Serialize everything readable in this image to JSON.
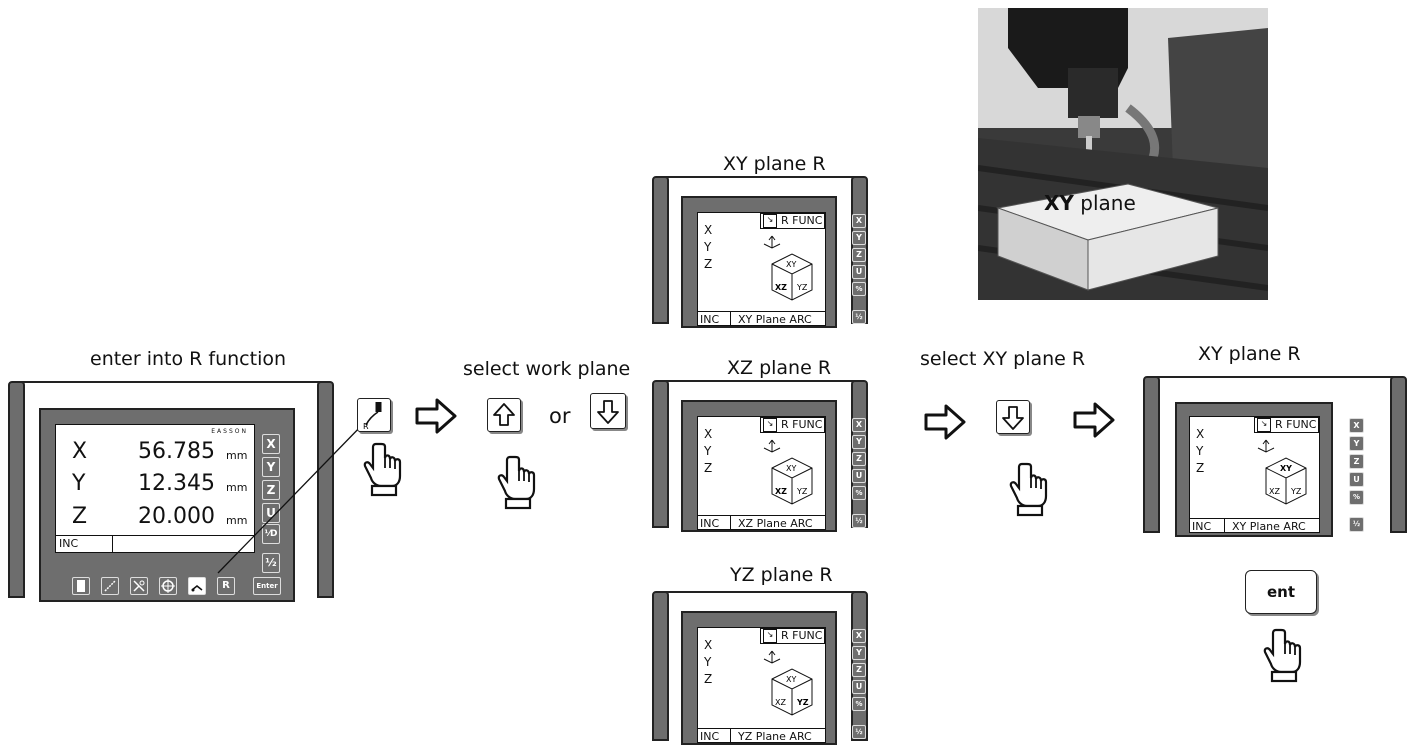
{
  "captions": {
    "enter_r": "enter into R function",
    "select_work_plane": "select work plane",
    "or": "or",
    "xz_plane": "XZ plane R",
    "xy_plane_top": "XY plane R",
    "yz_plane": "YZ plane R",
    "select_xy": "select XY plane R",
    "xy_plane_result": "XY plane R"
  },
  "main_dro": {
    "brand": "EASSON",
    "axes": [
      {
        "name": "X",
        "value": "56.785",
        "unit": "mm"
      },
      {
        "name": "Y",
        "value": "12.345",
        "unit": "mm"
      },
      {
        "name": "Z",
        "value": "20.000",
        "unit": "mm"
      }
    ],
    "mode": "INC",
    "side_keys": [
      "X",
      "Y",
      "Z",
      "U",
      "⅟D",
      "½"
    ],
    "bottom_keys": [
      "R",
      "Enter"
    ]
  },
  "plane_screens": {
    "axis_labels": [
      "X",
      "Y",
      "Z"
    ],
    "rfunc_label": "R FUNC",
    "mode": "INC",
    "side_keys": [
      "X",
      "Y",
      "Z",
      "U",
      "%",
      "½"
    ],
    "cube_faces": [
      "XY",
      "XZ",
      "YZ"
    ],
    "top_status": "XY Plane ARC",
    "xz_status": "XZ Plane ARC",
    "yz_status": "YZ Plane ARC",
    "result_status": "XY Plane ARC"
  },
  "photo": {
    "label_bold": "XY",
    "label_rest": "plane"
  },
  "ent_button": "ent"
}
